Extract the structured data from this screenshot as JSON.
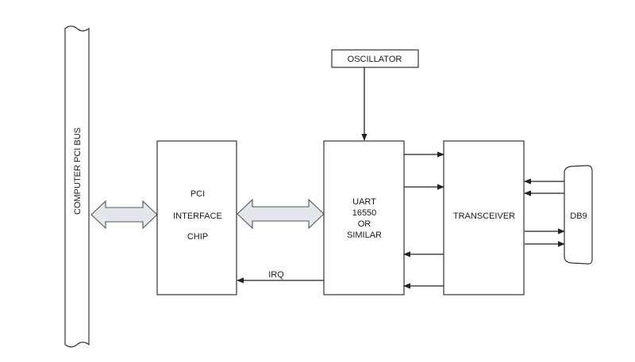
{
  "diagram": {
    "bus_label": "COMPUTER PCI BUS",
    "oscillator_label": "OSCILLATOR",
    "pci_chip": {
      "line1": "PCI",
      "line2": "INTERFACE",
      "line3": "CHIP"
    },
    "uart": {
      "line1": "UART",
      "line2": "16550",
      "line3": "OR",
      "line4": "SIMILAR"
    },
    "transceiver_label": "TRANSCEIVER",
    "connector_label": "DB9",
    "irq_label": "IRQ"
  }
}
